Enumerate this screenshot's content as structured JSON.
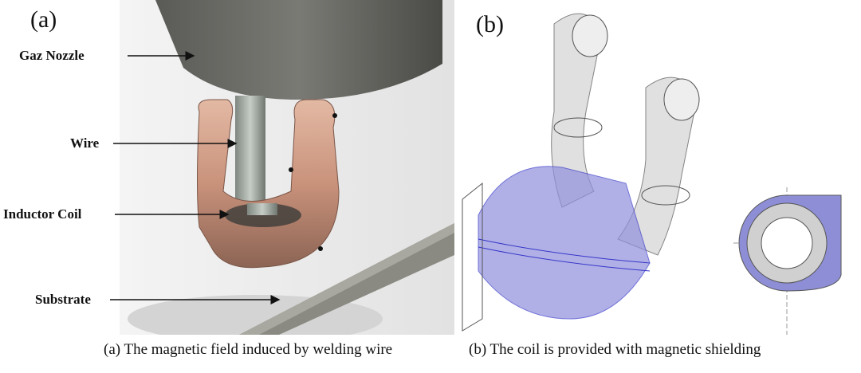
{
  "panel_a": {
    "label": "(a)",
    "annotations": [
      "Gaz Nozzle",
      "Wire",
      "Inductor Coil",
      "Substrate"
    ],
    "caption": "(a) The magnetic field induced by welding wire"
  },
  "panel_b": {
    "label": "(b)",
    "caption": "(b) The coil is provided with magnetic shielding"
  }
}
